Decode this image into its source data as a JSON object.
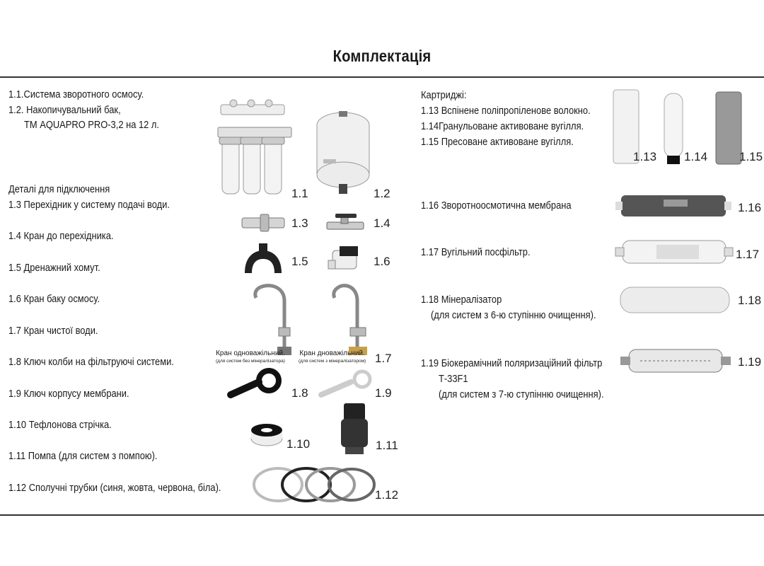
{
  "title": "Комплектація",
  "left_items": {
    "i1_1": "1.1.Система зворотного осмосу.",
    "i1_2_a": "1.2. Накопичувальний бак,",
    "i1_2_b": "ТМ AQUAPRO PRO-3,2 на 12 л.",
    "details_header": "Деталі для підключення",
    "i1_3": "1.3 Перехідник у систему подачі води.",
    "i1_4": "1.4 Кран до перехідника.",
    "i1_5": "1.5 Дренажний хомут.",
    "i1_6": "1.6 Кран баку осмосу.",
    "i1_7": "1.7 Кран чистої води.",
    "i1_8": "1.8 Ключ колби на фільтруючі системи.",
    "i1_9": "1.9 Ключ корпусу мембрани.",
    "i1_10": "1.10 Тефлонова стрічка.",
    "i1_11": "1.11 Помпа (для систем з помпою).",
    "i1_12": "1.12 Сполучні трубки (синя, жовта, червона, біла)."
  },
  "right_items": {
    "cartridges_header": "Картриджі:",
    "i1_13": "1.13 Вспінене поліпропіленове волокно.",
    "i1_14": "1.14Гранульоване активоване вугілля.",
    "i1_15": "1.15 Пресоване активоване вугілля.",
    "i1_16": "1.16 Зворотноосмотична мембрана",
    "i1_17": "1.17 Вугільний посфільтр.",
    "i1_18_a": "1.18 Мінералізатор",
    "i1_18_b": "(для систем з 6-ю ступінню очищення).",
    "i1_19_a": "1.19 Біокерамічний поляризаційний фільтр",
    "i1_19_b": "Т-33F1",
    "i1_19_c": "(для систем з 7-ю ступінню очищення)."
  },
  "labels": {
    "l1_1": "1.1",
    "l1_2": "1.2",
    "l1_3": "1.3",
    "l1_4": "1.4",
    "l1_5": "1.5",
    "l1_6": "1.6",
    "l1_7": "1.7",
    "l1_8": "1.8",
    "l1_9": "1.9",
    "l1_10": "1.10",
    "l1_11": "1.11",
    "l1_12": "1.12",
    "l1_13": "1.13",
    "l1_14": "1.14",
    "l1_15": "1.15",
    "l1_16": "1.16",
    "l1_17": "1.17",
    "l1_18": "1.18",
    "l1_19": "1.19"
  },
  "faucet_captions": {
    "single": "Кран одноважільний.",
    "single_sub": "(для систем без мінералізатора)",
    "double": "Кран дноважільний.",
    "double_sub": "(для систем з мінералізатором)"
  }
}
